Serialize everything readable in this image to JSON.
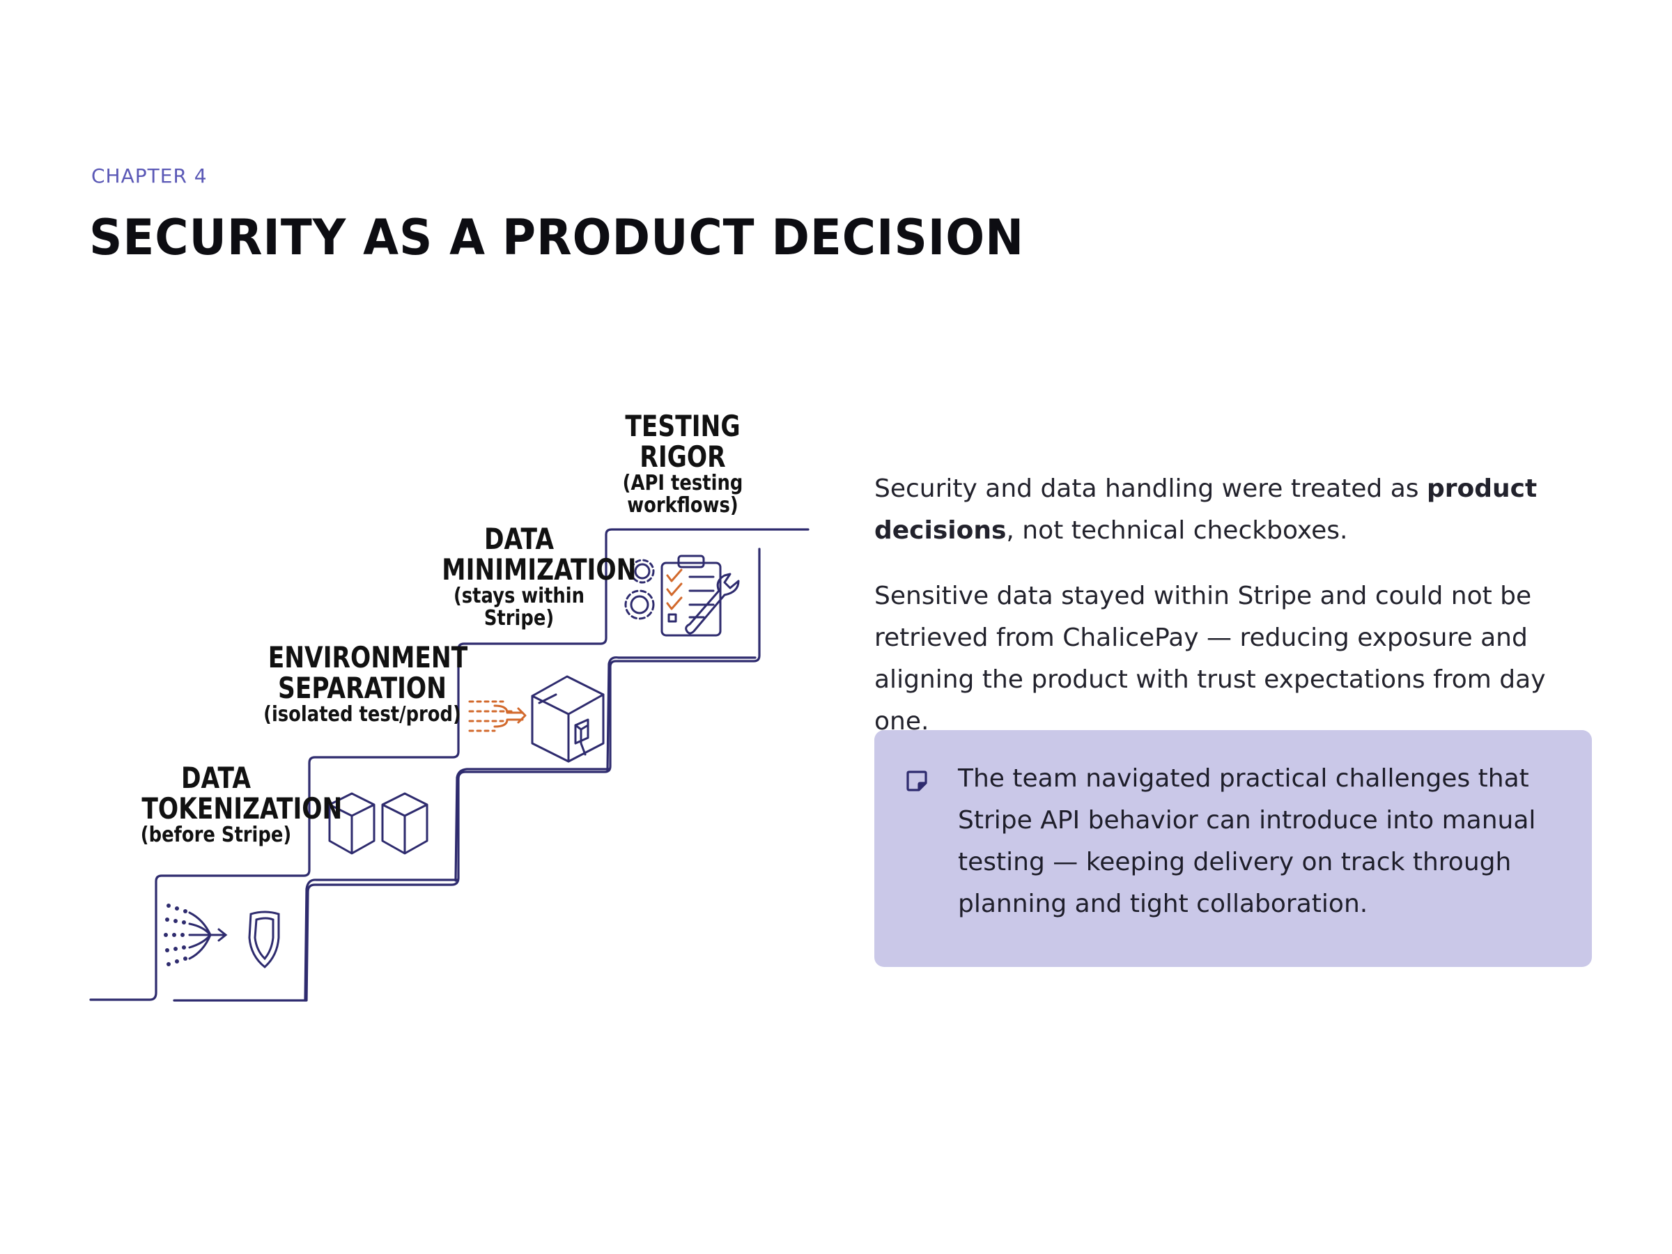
{
  "header": {
    "chapter": "CHAPTER 4",
    "title": "SECURITY AS A PRODUCT DECISION"
  },
  "steps": [
    {
      "title_lines": [
        "DATA",
        "TOKENIZATION"
      ],
      "subtitle": "(before Stripe)",
      "icon": "shield-icon"
    },
    {
      "title_lines": [
        "ENVIRONMENT",
        "SEPARATION"
      ],
      "subtitle": "(isolated test/prod)",
      "icon": "cubes-icon"
    },
    {
      "title_lines": [
        "DATA",
        "MINIMIZATION"
      ],
      "subtitle_lines": [
        "(stays within",
        "Stripe)"
      ],
      "icon": "box-icon"
    },
    {
      "title_lines": [
        "TESTING",
        "RIGOR"
      ],
      "subtitle_lines": [
        "(API testing",
        "workflows)"
      ],
      "icon": "checklist-icon"
    }
  ],
  "body": {
    "p1_before": "Security and data handling were treated as ",
    "p1_bold": "product decisions",
    "p1_after": ", not technical checkboxes.",
    "p2": "Sensitive data stayed within Stripe and could not be retrieved from ChalicePay — reducing exposure and aligning the product with trust expectations from day one."
  },
  "callout": {
    "icon": "note-icon",
    "text": "The team navigated practical challenges that Stripe API behavior can introduce into manual testing — keeping delivery on track through planning and tight collaboration."
  },
  "colors": {
    "accent": "#5a58b6",
    "line": "#2e2b6e",
    "highlight": "#d2692c",
    "callout_bg": "#cac8e8"
  }
}
